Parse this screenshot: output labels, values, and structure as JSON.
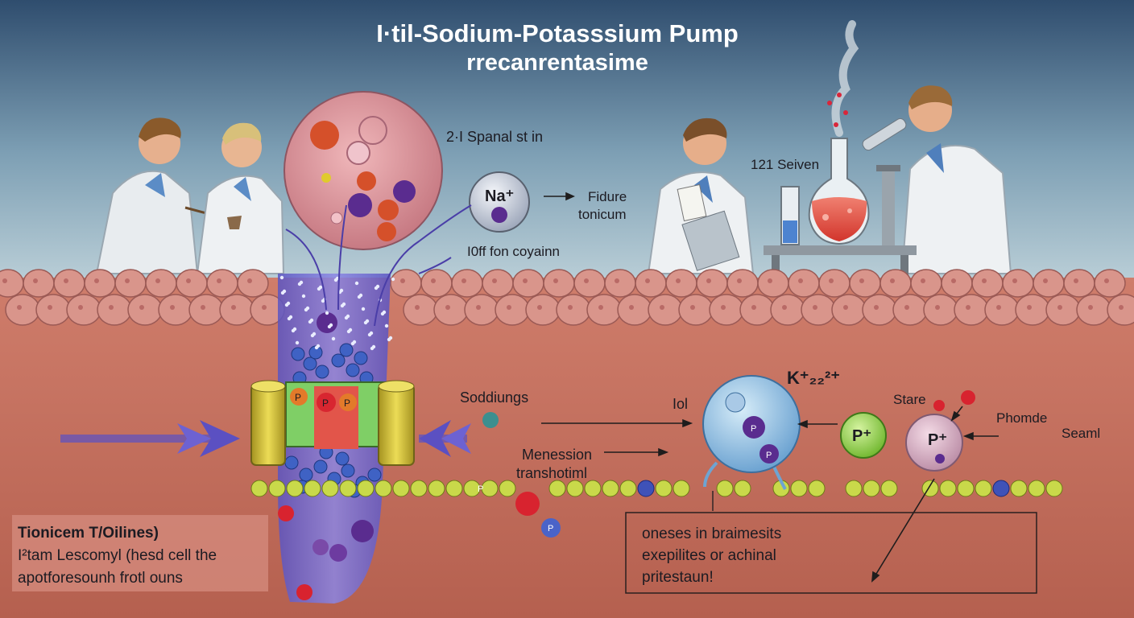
{
  "title": {
    "line1": "I·til-Sodium-Potasssium Pump",
    "line2": "rrecanrentasime"
  },
  "labels": {
    "spanal": "2·I Spanal st in",
    "na_ion": "Na⁺",
    "fidure": "Fidure",
    "tonicum": "tonicum",
    "ion_coyainn": "I0ff fon coyainn",
    "seiven": "121 Seiven",
    "soddiungs": "Soddiungs",
    "menession": "Menession",
    "transhotiml": "transhotiml",
    "iol": "Iol",
    "k_ion": "K⁺₂₂²⁺",
    "stare": "Stare",
    "phomde": "Phomde",
    "seaml": "Seaml",
    "p_green": "P⁺",
    "p_pink": "P⁺",
    "pump_p1": "P",
    "pump_p2": "P",
    "pump_p3": "P",
    "chain_p": "P",
    "free_p": "P",
    "blob_p1": "P",
    "blob_p2": "P",
    "small_p": "P"
  },
  "caption_left": {
    "heading": "Tionicem T/Oilines)",
    "line1": "I²tam Lescomyl (hesd cell the",
    "line2": "apotforesounh frotl ouns"
  },
  "caption_right": {
    "line1": "oneses in braimesits",
    "line2": "exepilites or achinal",
    "line3": "pritestaun!"
  },
  "colors": {
    "sky_top": "#2f4d6e",
    "sky_bottom": "#a9c2d0",
    "membrane": "#d38f86",
    "cytoplasm": "#c46e5c",
    "channel": "#6a62c9",
    "lipid_head": "#c9d94a",
    "sodium_blue": "#3f62c4",
    "protein_green": "#7fcf66",
    "protein_red": "#e2554a",
    "cylinder_yellow": "#d8c83a",
    "phosphate_red": "#d8232f"
  }
}
